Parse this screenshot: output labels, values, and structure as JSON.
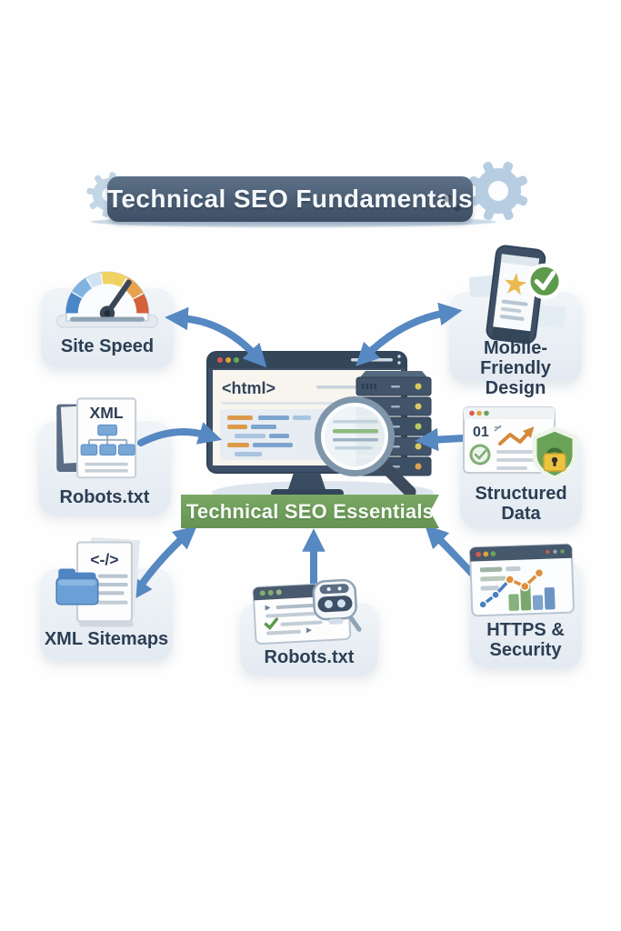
{
  "banner": {
    "title": "Technical SEO Fundamentals"
  },
  "center": {
    "code_tag": "<html>",
    "ribbon_label": "Technical SEO Essentials"
  },
  "nodes": [
    {
      "id": "site-speed",
      "label": "Site Speed",
      "icon": "speedometer-icon"
    },
    {
      "id": "mobile-friendly",
      "label": "Mobile-Friendly Design",
      "icon": "smartphone-check-icon"
    },
    {
      "id": "robots-txt-left",
      "label": "Robots.txt",
      "icon": "xml-document-icon",
      "icon_text": "XML"
    },
    {
      "id": "structured-data",
      "label": "Structured Data",
      "icon": "schema-shield-lock-icon",
      "icon_text": "01"
    },
    {
      "id": "xml-sitemaps",
      "label": "XML Sitemaps",
      "icon": "code-documents-folder-icon",
      "icon_text": "<-/>"
    },
    {
      "id": "robots-txt-bottom",
      "label": "Robots.txt",
      "icon": "robot-browser-icon"
    },
    {
      "id": "https-security",
      "label": "HTTPS & Security",
      "icon": "secure-analytics-icon"
    }
  ],
  "colors": {
    "arrow_blue": "#5688c2",
    "banner_slate": "#4a5d73",
    "ribbon_green": "#699754",
    "card_background": "#e9eef4",
    "label_text": "#2c3e54",
    "check_green": "#5d9a4c",
    "lock_yellow": "#ecc33f",
    "code_orange": "#dd9b4a",
    "code_blue": "#7da4cc"
  }
}
